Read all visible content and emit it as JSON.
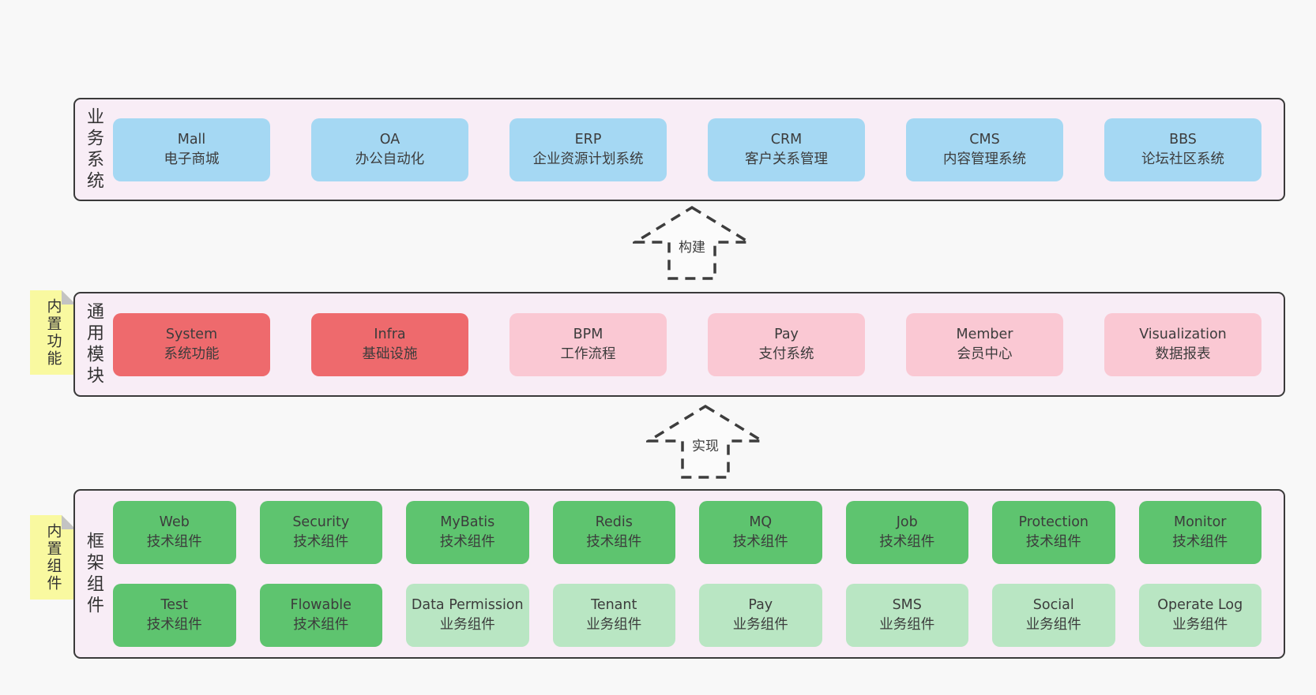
{
  "colors": {
    "page_bg": "#f8f8f8",
    "panel_bg": "#f8edf6",
    "panel_border": "#3a3a3a",
    "blue": "#a5d8f3",
    "red": "#ee6a6d",
    "pink": "#fac8d3",
    "green_dark": "#5ec46f",
    "green_light": "#b9e6c3",
    "note_yellow": "#f9f9a0",
    "note_fold": "#c3c3c3",
    "text": "#3c3c3c"
  },
  "sections": [
    {
      "id": "business-systems",
      "label": "业务系统",
      "layout": "flex",
      "boxes": [
        {
          "name": "Mall",
          "desc": "电子商城",
          "variant": "blue"
        },
        {
          "name": "OA",
          "desc": "办公自动化",
          "variant": "blue"
        },
        {
          "name": "ERP",
          "desc": "企业资源计划系统",
          "variant": "blue"
        },
        {
          "name": "CRM",
          "desc": "客户关系管理",
          "variant": "blue"
        },
        {
          "name": "CMS",
          "desc": "内容管理系统",
          "variant": "blue"
        },
        {
          "name": "BBS",
          "desc": "论坛社区系统",
          "variant": "blue"
        }
      ]
    },
    {
      "id": "common-modules",
      "label": "通用模块",
      "layout": "flex",
      "boxes": [
        {
          "name": "System",
          "desc": "系统功能",
          "variant": "red"
        },
        {
          "name": "Infra",
          "desc": "基础设施",
          "variant": "red"
        },
        {
          "name": "BPM",
          "desc": "工作流程",
          "variant": "pink"
        },
        {
          "name": "Pay",
          "desc": "支付系统",
          "variant": "pink"
        },
        {
          "name": "Member",
          "desc": "会员中心",
          "variant": "pink"
        },
        {
          "name": "Visualization",
          "desc": "数据报表",
          "variant": "pink"
        }
      ]
    },
    {
      "id": "framework-components",
      "label": "框架组件",
      "layout": "grid",
      "boxes": [
        {
          "name": "Web",
          "desc": "技术组件",
          "variant": "green-dark"
        },
        {
          "name": "Security",
          "desc": "技术组件",
          "variant": "green-dark"
        },
        {
          "name": "MyBatis",
          "desc": "技术组件",
          "variant": "green-dark"
        },
        {
          "name": "Redis",
          "desc": "技术组件",
          "variant": "green-dark"
        },
        {
          "name": "MQ",
          "desc": "技术组件",
          "variant": "green-dark"
        },
        {
          "name": "Job",
          "desc": "技术组件",
          "variant": "green-dark"
        },
        {
          "name": "Protection",
          "desc": "技术组件",
          "variant": "green-dark"
        },
        {
          "name": "Monitor",
          "desc": "技术组件",
          "variant": "green-dark"
        },
        {
          "name": "Test",
          "desc": "技术组件",
          "variant": "green-dark"
        },
        {
          "name": "Flowable",
          "desc": "技术组件",
          "variant": "green-dark"
        },
        {
          "name": "Data Permission",
          "desc": "业务组件",
          "variant": "green-light"
        },
        {
          "name": "Tenant",
          "desc": "业务组件",
          "variant": "green-light"
        },
        {
          "name": "Pay",
          "desc": "业务组件",
          "variant": "green-light"
        },
        {
          "name": "SMS",
          "desc": "业务组件",
          "variant": "green-light"
        },
        {
          "name": "Social",
          "desc": "业务组件",
          "variant": "green-light"
        },
        {
          "name": "Operate Log",
          "desc": "业务组件",
          "variant": "green-light"
        }
      ]
    }
  ],
  "arrows": [
    {
      "label": "构建"
    },
    {
      "label": "实现"
    }
  ],
  "notes": [
    {
      "label": "内置功能"
    },
    {
      "label": "内置组件"
    }
  ]
}
